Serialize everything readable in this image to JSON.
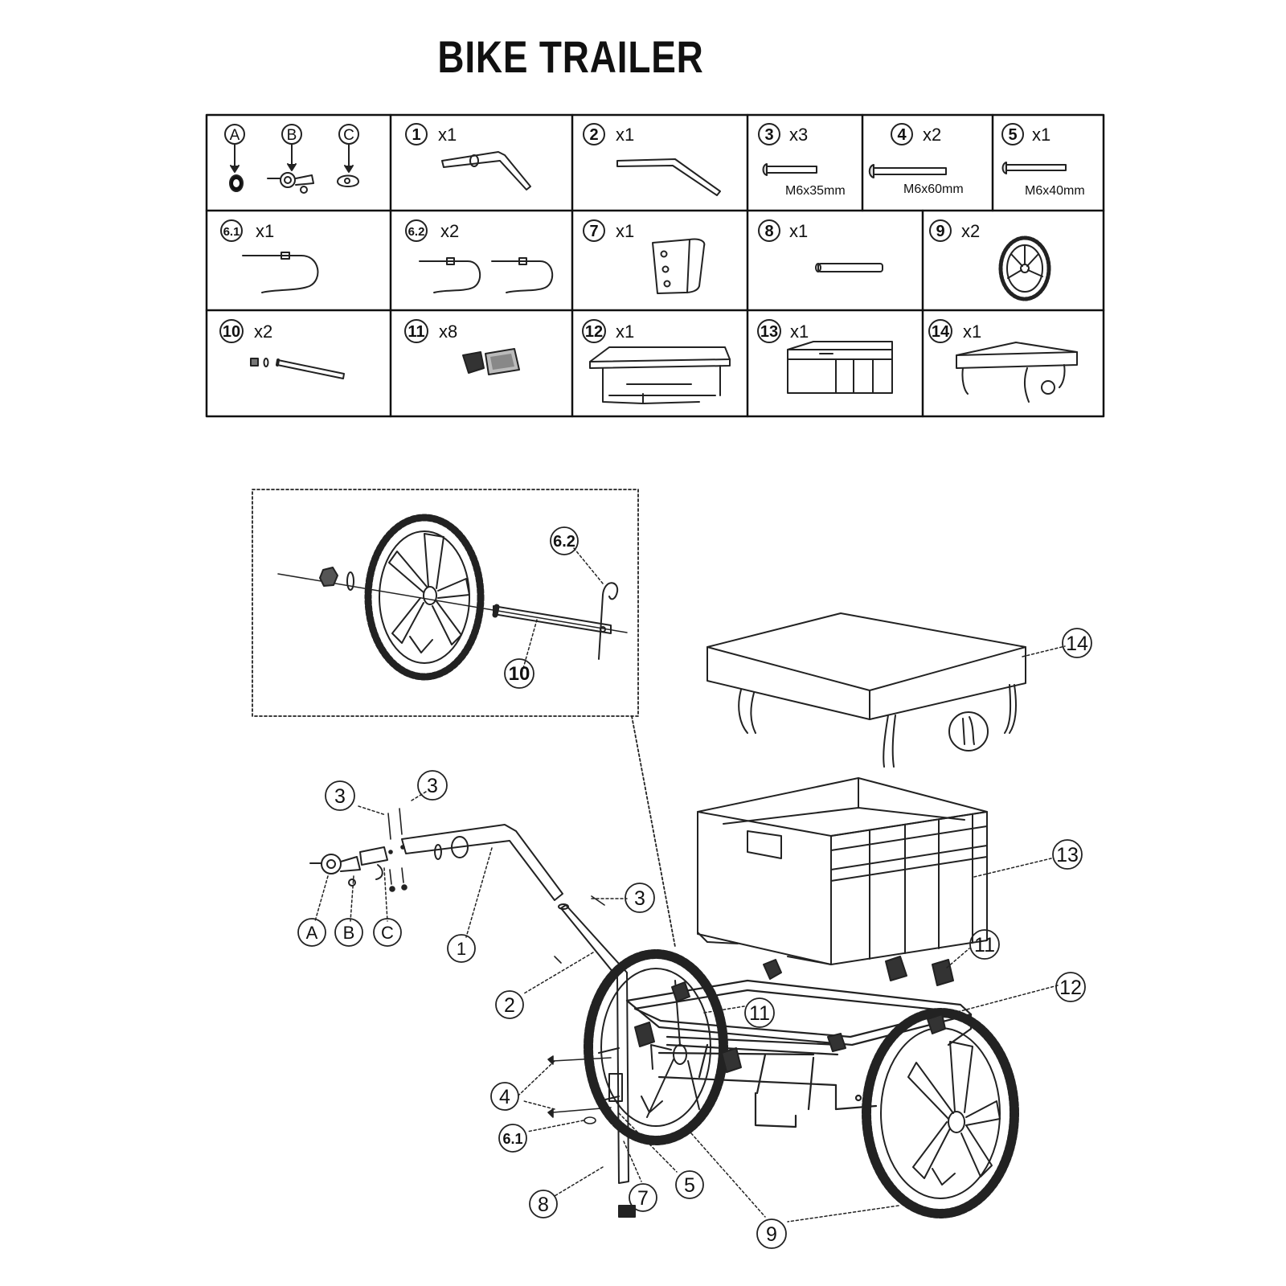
{
  "title": "BIKE TRAILER",
  "parts": [
    {
      "label": "1",
      "qty": "x1",
      "size": ""
    },
    {
      "label": "2",
      "qty": "x1",
      "size": ""
    },
    {
      "label": "3",
      "qty": "x3",
      "size": "M6x35mm"
    },
    {
      "label": "4",
      "qty": "x2",
      "size": "M6x60mm"
    },
    {
      "label": "5",
      "qty": "x1",
      "size": "M6x40mm"
    },
    {
      "label": "6.1",
      "qty": "x1",
      "size": ""
    },
    {
      "label": "6.2",
      "qty": "x2",
      "size": ""
    },
    {
      "label": "7",
      "qty": "x1",
      "size": ""
    },
    {
      "label": "8",
      "qty": "x1",
      "size": ""
    },
    {
      "label": "9",
      "qty": "x2",
      "size": ""
    },
    {
      "label": "10",
      "qty": "x2",
      "size": ""
    },
    {
      "label": "11",
      "qty": "x8",
      "size": ""
    },
    {
      "label": "12",
      "qty": "x1",
      "size": ""
    },
    {
      "label": "13",
      "qty": "x1",
      "size": ""
    },
    {
      "label": "14",
      "qty": "x1",
      "size": ""
    }
  ],
  "hitch_parts": [
    "A",
    "B",
    "C"
  ],
  "callouts": {
    "c62": "6.2",
    "c10": "10",
    "c14": "14",
    "c13": "13",
    "c3a": "3",
    "c3b": "3",
    "c3c": "3",
    "cA": "A",
    "cB": "B",
    "cC": "C",
    "c1": "1",
    "c11a": "11",
    "c11b": "11",
    "c12": "12",
    "c2": "2",
    "c4": "4",
    "c61": "6.1",
    "c5": "5",
    "c7": "7",
    "c8": "8",
    "c9": "9"
  }
}
